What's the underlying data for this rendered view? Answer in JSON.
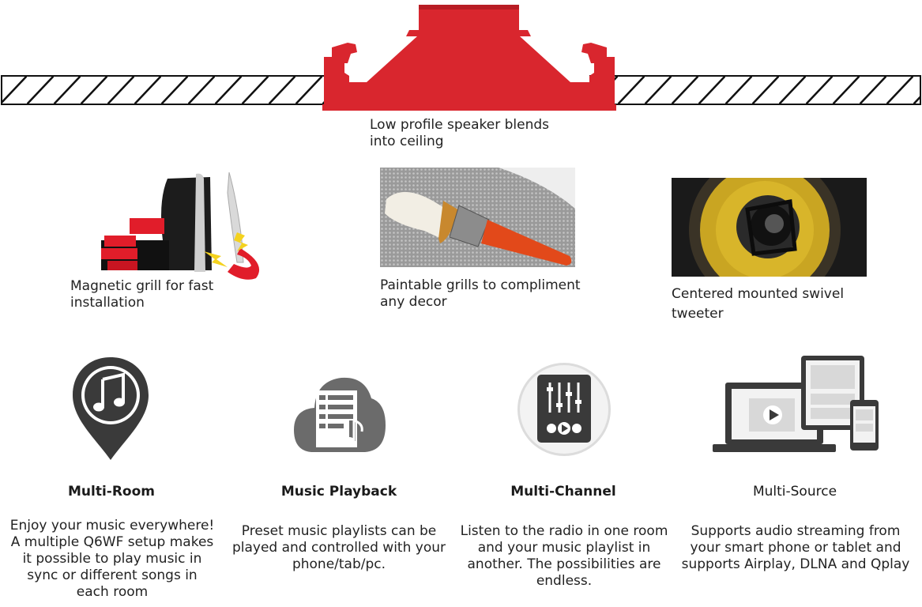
{
  "top": {
    "caption": "Low profile speaker blends\ninto ceiling",
    "accent": "#d9262e"
  },
  "photos": [
    {
      "icon": "magnetic-grill-image",
      "caption": "Magnetic grill for fast\ninstallation"
    },
    {
      "icon": "paintbrush-grill-image",
      "caption": "Paintable grills to compliment\nany decor"
    },
    {
      "icon": "tweeter-image",
      "caption": "Centered mounted swivel\ntweeter"
    }
  ],
  "features": [
    {
      "icon": "map-pin-music-icon",
      "title": "Multi-Room",
      "desc": "Enjoy your music everywhere!\nA multiple Q6WF setup makes\nit possible to play music in\nsync or different songs in\neach room"
    },
    {
      "icon": "cloud-playlist-icon",
      "title": "Music Playback",
      "desc": "Preset music playlists can be\nplayed and controlled with your\nphone/tab/pc."
    },
    {
      "icon": "mixer-sliders-icon",
      "title": "Multi-Channel",
      "desc": "Listen to the radio in one room\nand your music playlist in\nanother. The possibilities are\nendless."
    },
    {
      "icon": "devices-icon",
      "title": "Multi-Source",
      "desc": "Supports audio streaming from\nyour smart phone or tablet and\nsupports Airplay, DLNA and Qplay"
    }
  ],
  "colors": {
    "icon_dark": "#3a3a3a",
    "icon_gray": "#6e6e6e",
    "accent": "#d9262e"
  }
}
